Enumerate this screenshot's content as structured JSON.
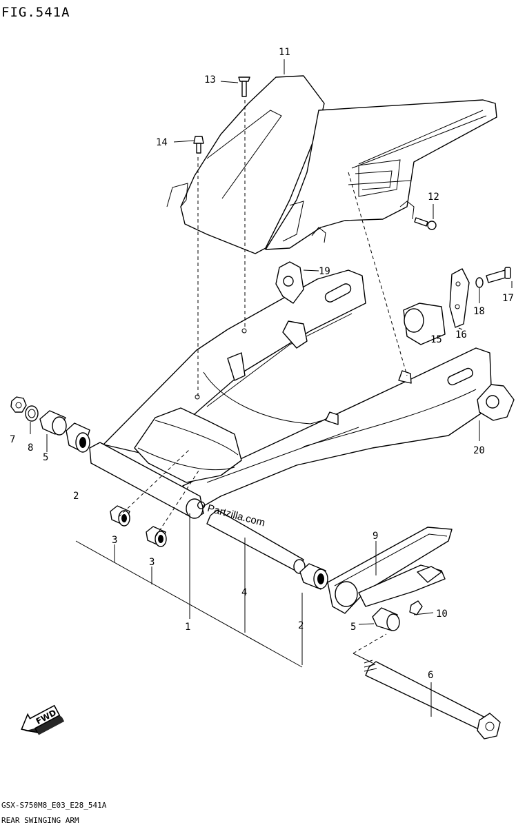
{
  "figure": {
    "title": "FIG.541A",
    "model_code": "GSX-S750M8_E03_E28_541A",
    "caption": "REAR SWINGING ARM",
    "watermark": "Partzilla.com",
    "fwd_label": "FWD"
  },
  "callouts": [
    {
      "id": "1",
      "label": "1"
    },
    {
      "id": "2a",
      "label": "2"
    },
    {
      "id": "2b",
      "label": "2"
    },
    {
      "id": "3a",
      "label": "3"
    },
    {
      "id": "3b",
      "label": "3"
    },
    {
      "id": "4",
      "label": "4"
    },
    {
      "id": "5a",
      "label": "5"
    },
    {
      "id": "5b",
      "label": "5"
    },
    {
      "id": "6",
      "label": "6"
    },
    {
      "id": "7",
      "label": "7"
    },
    {
      "id": "8",
      "label": "8"
    },
    {
      "id": "9",
      "label": "9"
    },
    {
      "id": "10",
      "label": "10"
    },
    {
      "id": "11",
      "label": "11"
    },
    {
      "id": "12",
      "label": "12"
    },
    {
      "id": "13",
      "label": "13"
    },
    {
      "id": "14",
      "label": "14"
    },
    {
      "id": "15",
      "label": "15"
    },
    {
      "id": "16",
      "label": "16"
    },
    {
      "id": "17",
      "label": "17"
    },
    {
      "id": "18",
      "label": "18"
    },
    {
      "id": "19",
      "label": "19"
    },
    {
      "id": "20",
      "label": "20"
    }
  ]
}
